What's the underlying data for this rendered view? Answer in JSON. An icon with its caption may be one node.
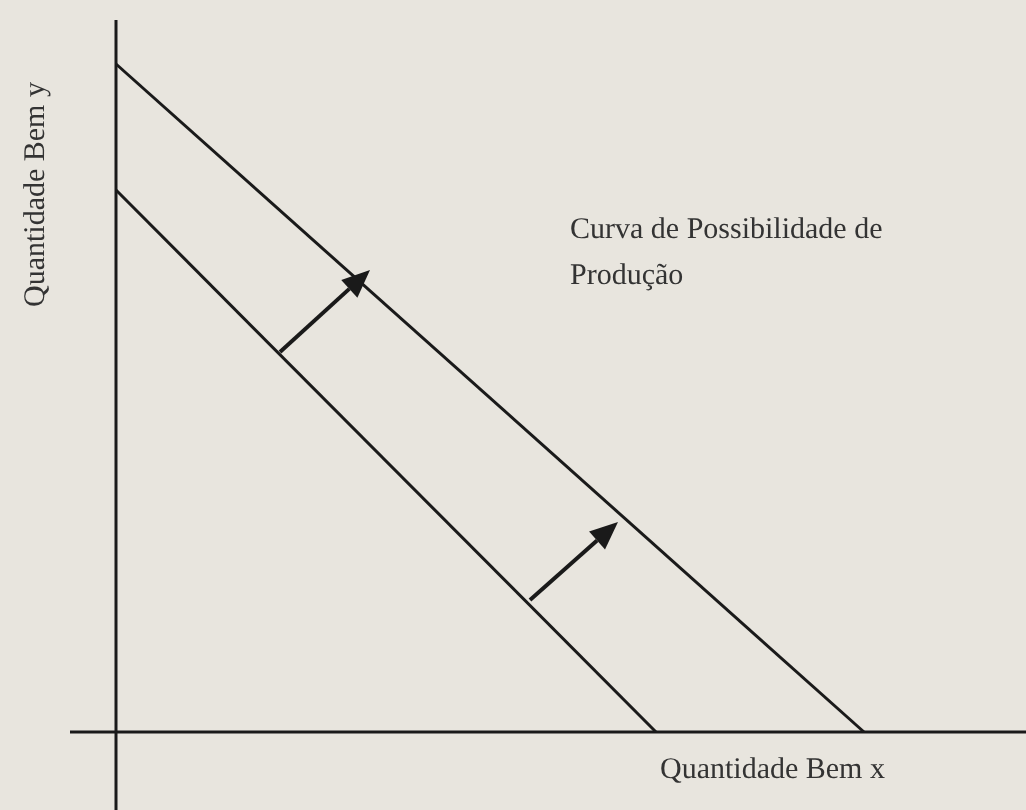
{
  "diagram": {
    "labels": [
      "Quantidade Bem y",
      "Curva de Possibilidade de Produção",
      "Quantidade Bem x"
    ]
  }
}
